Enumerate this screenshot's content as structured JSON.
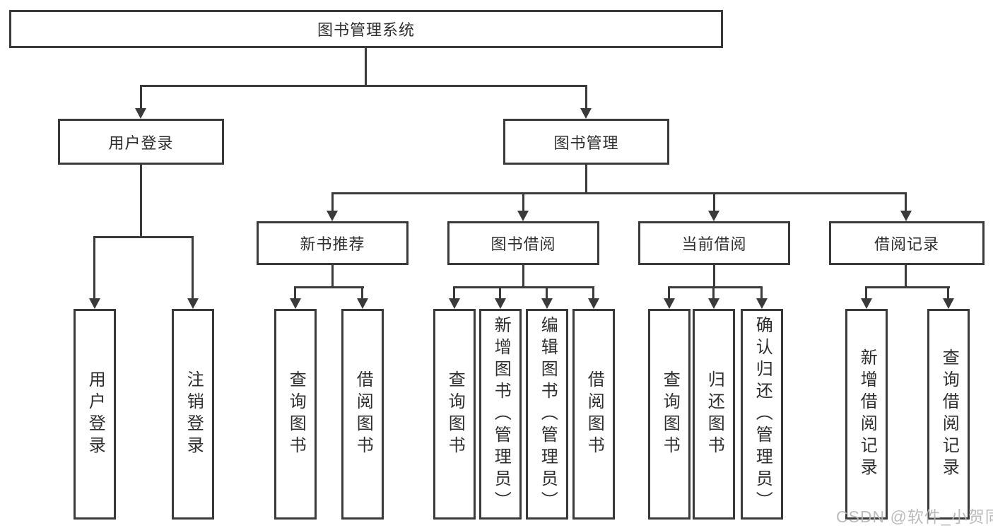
{
  "diagram": {
    "tree": {
      "root": {
        "label": "图书管理系统"
      },
      "branches": [
        {
          "label": "用户登录",
          "children": [
            {
              "label": "用户登录"
            },
            {
              "label": "注销登录"
            }
          ]
        },
        {
          "label": "图书管理",
          "children": [
            {
              "label": "新书推荐",
              "children": [
                {
                  "label": "查询图书"
                },
                {
                  "label": "借阅图书"
                }
              ]
            },
            {
              "label": "图书借阅",
              "children": [
                {
                  "label": "查询图书"
                },
                {
                  "label": "新增图书（管理员）"
                },
                {
                  "label": "编辑图书（管理员）"
                },
                {
                  "label": "借阅图书"
                }
              ]
            },
            {
              "label": "当前借阅",
              "children": [
                {
                  "label": "查询图书"
                },
                {
                  "label": "归还图书"
                },
                {
                  "label": "确认归还（管理员）"
                }
              ]
            },
            {
              "label": "借阅记录",
              "children": [
                {
                  "label": "新增借阅记录"
                },
                {
                  "label": "查询借阅记录"
                }
              ]
            }
          ]
        }
      ]
    }
  },
  "watermark": "CSDN @软件_小贺同学",
  "colors": {
    "line": "#3a3a3a",
    "text": "#2e2e2e",
    "watermark": "#b5b5b5",
    "background": "#ffffff"
  }
}
